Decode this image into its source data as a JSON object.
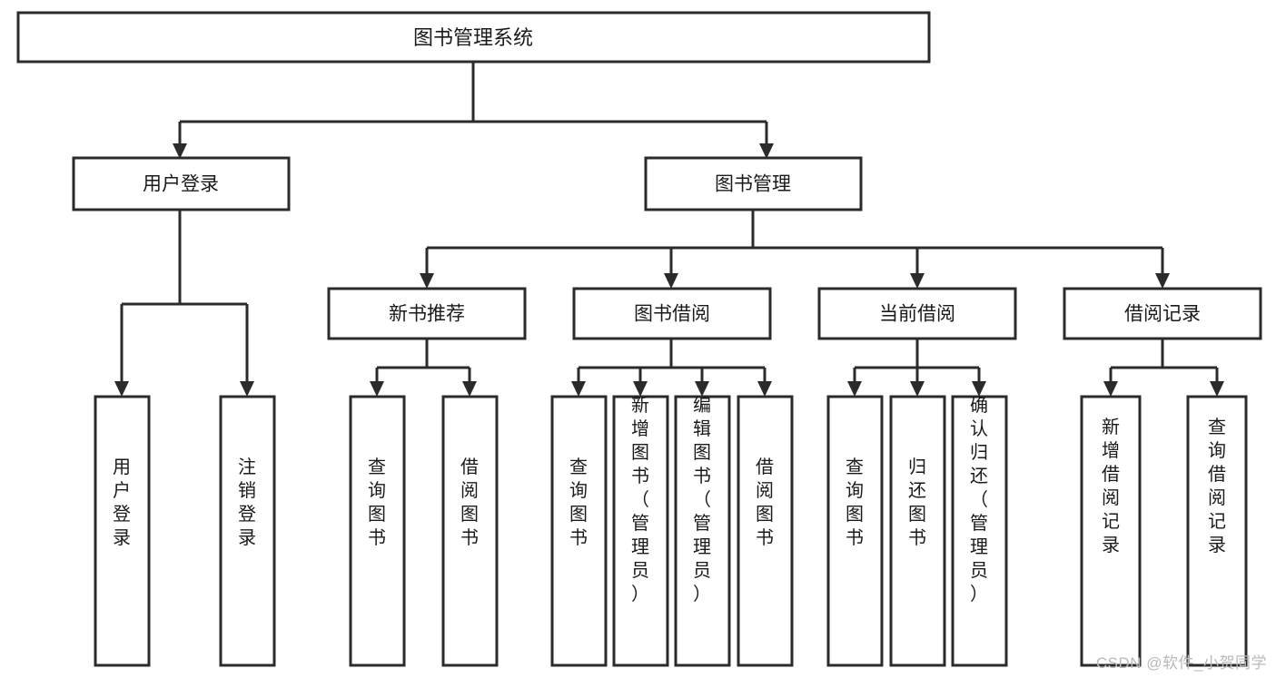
{
  "diagram": {
    "type": "tree-hierarchy-flowchart",
    "title_node": "图书管理系统",
    "watermark": "CSDN @软件_小贺同学",
    "colors": {
      "box_stroke": "#2b2b2b",
      "box_fill": "#ffffff",
      "text": "#1a1a1a",
      "connector": "#2b2b2b",
      "watermark": "#b9b9b9",
      "background": "#ffffff"
    },
    "root": {
      "label": "图书管理系统"
    },
    "level2": [
      {
        "id": "user-login",
        "label": "用户登录"
      },
      {
        "id": "book-management",
        "label": "图书管理"
      }
    ],
    "level3": [
      {
        "id": "new-book-recommend",
        "label": "新书推荐"
      },
      {
        "id": "book-borrow",
        "label": "图书借阅"
      },
      {
        "id": "current-borrow",
        "label": "当前借阅"
      },
      {
        "id": "borrow-record",
        "label": "借阅记录"
      }
    ],
    "leaves": {
      "user-login": [
        {
          "id": "leaf-user-login",
          "label": "用户登录"
        },
        {
          "id": "leaf-logout-login",
          "label": "注销登录"
        }
      ],
      "new-book-recommend": [
        {
          "id": "leaf-query-book-1",
          "label": "查询图书"
        },
        {
          "id": "leaf-borrow-book-1",
          "label": "借阅图书"
        }
      ],
      "book-borrow": [
        {
          "id": "leaf-query-book-2",
          "label": "查询图书"
        },
        {
          "id": "leaf-add-book",
          "label": "新增图书（管理员）"
        },
        {
          "id": "leaf-edit-book",
          "label": "编辑图书（管理员）"
        },
        {
          "id": "leaf-borrow-book-2",
          "label": "借阅图书"
        }
      ],
      "current-borrow": [
        {
          "id": "leaf-query-book-3",
          "label": "查询图书"
        },
        {
          "id": "leaf-return-book",
          "label": "归还图书"
        },
        {
          "id": "leaf-confirm-return",
          "label": "确认归还（管理员）"
        }
      ],
      "borrow-record": [
        {
          "id": "leaf-add-borrow-record",
          "label": "新增借阅记录"
        },
        {
          "id": "leaf-query-borrow-record",
          "label": "查询借阅记录"
        }
      ]
    }
  }
}
